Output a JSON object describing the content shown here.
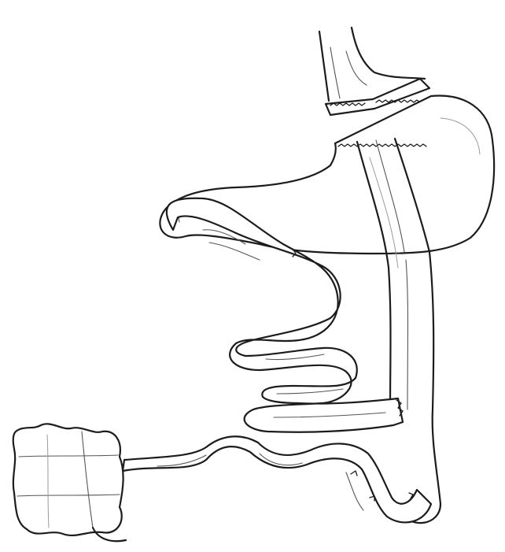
{
  "figure": {
    "background": "#ffffff",
    "line_color": "#1c1c1c",
    "parts": [
      "esophagus",
      "gastric-pouch",
      "staple-line-horizontal",
      "stomach-remnant",
      "vertical-staple-lines",
      "alimentary-limb",
      "jejunum-loops",
      "small-bowel-tail",
      "colon-segment"
    ]
  }
}
